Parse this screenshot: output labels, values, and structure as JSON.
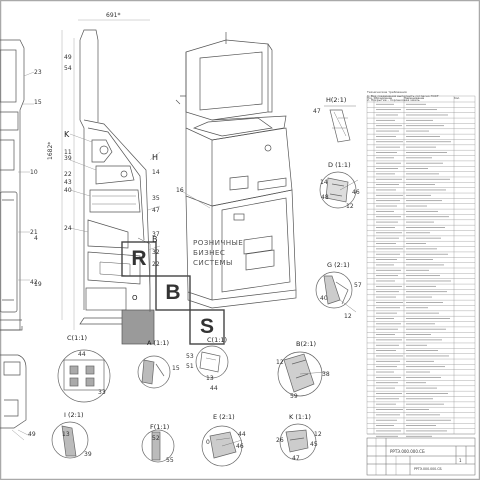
{
  "drawing": {
    "title_lines": [
      "Технические требования",
      "1. Все соединения выполнить согласно ГОСТ",
      "2. Покрытие – порошковая эмаль"
    ],
    "document_number": "РРТЭ.000.000.СБ",
    "sheet_number": "1",
    "footer_note": "РРТЭ.000.000.СБ",
    "logo": {
      "letters": [
        "R",
        "B",
        "S"
      ],
      "lines": [
        "РОЗНИЧНЫЕ",
        "БИЗНЕС",
        "СИСТЕМЫ"
      ]
    },
    "view_labels": {
      "h": "H(2:1)",
      "d": "D (1:1)",
      "g": "G (2:1)",
      "c": "C(1:1)",
      "a": "A (1:1)",
      "ci": "C(1:1)",
      "bi": "B(2:1)",
      "i": "I (2:1)",
      "fi": "F(1:1)",
      "e": "E (2:1)",
      "k": "K (1:1)"
    },
    "side_letters": {
      "k": "K",
      "h": "H",
      "b": "B",
      "o": "O"
    },
    "callouts": [
      "23",
      "15",
      "10",
      "21",
      "42",
      "4",
      "19",
      "49",
      "54",
      "11",
      "39",
      "22",
      "43",
      "40",
      "24",
      "14",
      "35",
      "47",
      "16",
      "37",
      "32",
      "22",
      "47",
      "46",
      "12",
      "14",
      "48",
      "57",
      "12",
      "40",
      "44",
      "33",
      "15",
      "53",
      "51",
      "13",
      "44",
      "12",
      "38",
      "59",
      "13",
      "39",
      "52",
      "55",
      "0",
      "44",
      "46",
      "26",
      "12",
      "45",
      "47",
      "49"
    ],
    "dimensions": {
      "d1": "691*",
      "d2": "1682*"
    },
    "bom_columns": [
      "Поз.",
      "Обозначение",
      "Наименование",
      "Кол."
    ],
    "bom_rows": 62
  }
}
